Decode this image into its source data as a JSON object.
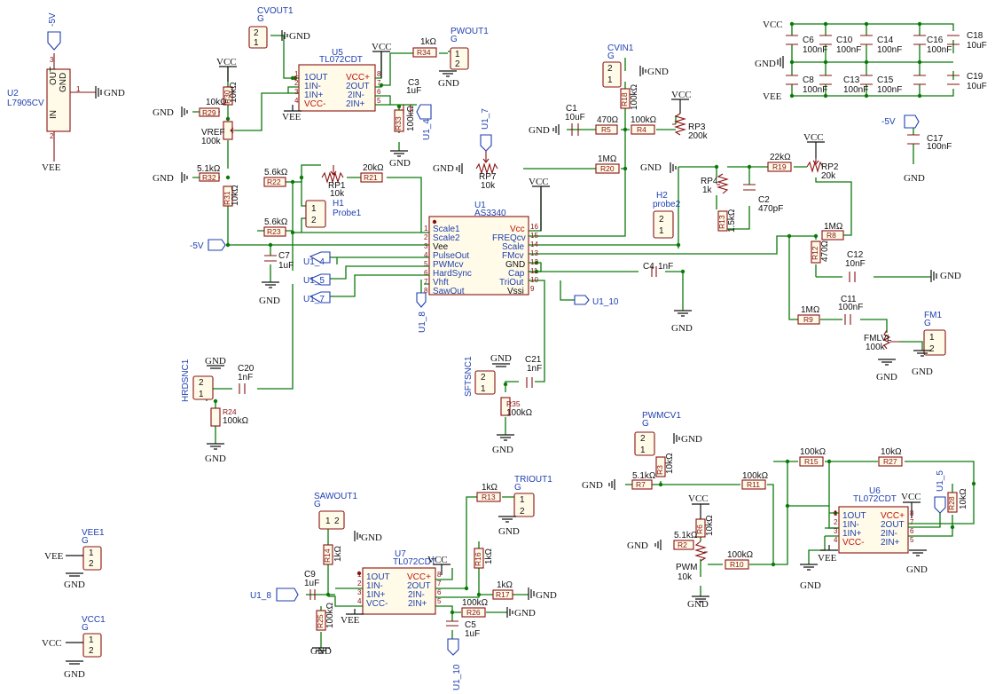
{
  "nets": {
    "vcc": "VCC",
    "vee": "VEE",
    "gnd": "GND",
    "neg5": "-5V"
  },
  "pins": {
    "out": "OUT",
    "in": "IN",
    "gnd": "GND",
    "n1": "1",
    "n2": "2",
    "n3": "3"
  },
  "u2": {
    "ref": "U2",
    "value": "L7905CV"
  },
  "u5": {
    "ref": "U5",
    "value": "TL072CDT"
  },
  "u6": {
    "ref": "U6",
    "value": "TL072CDT"
  },
  "u7": {
    "ref": "U7",
    "value": "TL072CDT"
  },
  "u1": {
    "ref": "U1",
    "value": "AS3340"
  },
  "opamp_pins": [
    "1OUT",
    "1IN-",
    "1IN+",
    "VCC-",
    "VCC+",
    "2OUT",
    "2IN-",
    "2IN+"
  ],
  "opamp_pin_numbers": [
    "1",
    "2",
    "3",
    "4",
    "8",
    "7",
    "6",
    "5"
  ],
  "as3340_left": [
    "Scale1",
    "Scale2",
    "Vee",
    "PulseOut",
    "PWMcv",
    "HardSync",
    "Vhft",
    "SawOut"
  ],
  "as3340_right": [
    "Vcc",
    "FREQcv",
    "Scale",
    "FMcv",
    "GND",
    "Cap",
    "TriOut",
    "Vssi"
  ],
  "as3340_left_no": [
    "1",
    "2",
    "3",
    "4",
    "5",
    "6",
    "7",
    "8"
  ],
  "as3340_right_no": [
    "16",
    "15",
    "14",
    "13",
    "12",
    "11",
    "10",
    "9"
  ],
  "ports": {
    "u1_4": "U1_4",
    "u1_5": "U1_5",
    "u1_7": "U1_7",
    "u1_8": "U1_8",
    "u1_10": "U1_10"
  },
  "connectors": {
    "cvout1": "CVOUT1",
    "pwout1": "PWOUT1",
    "cvin1": "CVIN1",
    "h1": "H1",
    "h1_val": "Probe1",
    "h2": "H2",
    "h2_val": "probe2",
    "fm1": "FM1",
    "hrdsnc1": "HRDSNC1",
    "sftsnc1": "SFTSNC1",
    "pwmcv1": "PWMCV1",
    "sawout1": "SAWOUT1",
    "triout1": "TRIOUT1",
    "vee1": "VEE1",
    "vcc1": "VCC1",
    "g": "G"
  },
  "resistors": {
    "R34": "1kΩ",
    "R30": "10kΩ",
    "R29": "10kΩ",
    "R33": "100kΩ",
    "R32": "5.1kΩ",
    "R31": "10kΩ",
    "R22": "5.6kΩ",
    "R23": "5.6kΩ",
    "R21": "20kΩ",
    "R5": "470Ω",
    "R4": "100kΩ",
    "R18": "100kΩ",
    "R20": "1MΩ",
    "R19": "22kΩ",
    "R13": "1.5kΩ",
    "R8": "1MΩ",
    "R12": "470Ω",
    "R9": "1MΩ",
    "R24": "100kΩ",
    "R35": "100kΩ",
    "R3": "10kΩ",
    "R7": "5.1kΩ",
    "R11": "100kΩ",
    "R15": "100kΩ",
    "R27": "10kΩ",
    "R28": "10kΩ",
    "R6": "10kΩ",
    "R2": "5.1kΩ",
    "R10": "100kΩ",
    "R14": "1kΩ",
    "R16": "1kΩ",
    "R17": "1kΩ",
    "R26": "100kΩ",
    "R25": "100kΩ"
  },
  "caps": {
    "C3": "1uF",
    "C1": "10uF",
    "C7": "1uF",
    "C4": "1nF",
    "C2": "470pF",
    "C12": "10nF",
    "C11": "100nF",
    "C20": "1nF",
    "C21": "1nF",
    "C9": "1uF",
    "C5": "1uF",
    "C6": "100nF",
    "C10": "100nF",
    "C14": "100nF",
    "C16": "100nF",
    "C18": "10uF",
    "C8": "100nF",
    "C13": "100nF",
    "C15": "100nF",
    "C19": "10uF",
    "C17": "100nF"
  },
  "pots": {
    "VREF": {
      "ref": "VREF",
      "val": "100k"
    },
    "RP1": {
      "ref": "RP1",
      "val": "10k"
    },
    "RP7": {
      "ref": "RP7",
      "val": "10k"
    },
    "RP3": {
      "ref": "RP3",
      "val": "200k"
    },
    "RP2": {
      "ref": "RP2",
      "val": "20k"
    },
    "RP4": {
      "ref": "RP4",
      "val": "1k"
    },
    "FMLVL": {
      "ref": "FMLVL",
      "val": "100k"
    },
    "PWM": {
      "ref": "PWM",
      "val": "10k"
    }
  }
}
